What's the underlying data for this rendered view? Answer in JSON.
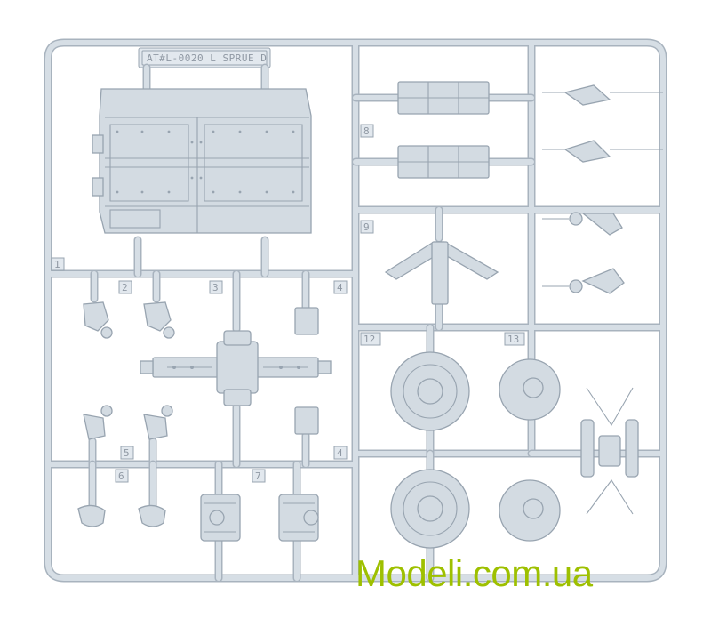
{
  "sprue": {
    "name_tag": "AT#L-0020 L SPRUE D",
    "part_numbers": [
      "1",
      "2",
      "3",
      "4",
      "5",
      "6",
      "7",
      "4",
      "8",
      "9",
      "12",
      "13"
    ]
  },
  "watermark": {
    "text": "Modeli.com.ua"
  },
  "colors": {
    "plastic": "#cdd6de",
    "plastic_edge": "#9aa6b2",
    "watermark": "#9ec000",
    "background": "#ffffff"
  }
}
